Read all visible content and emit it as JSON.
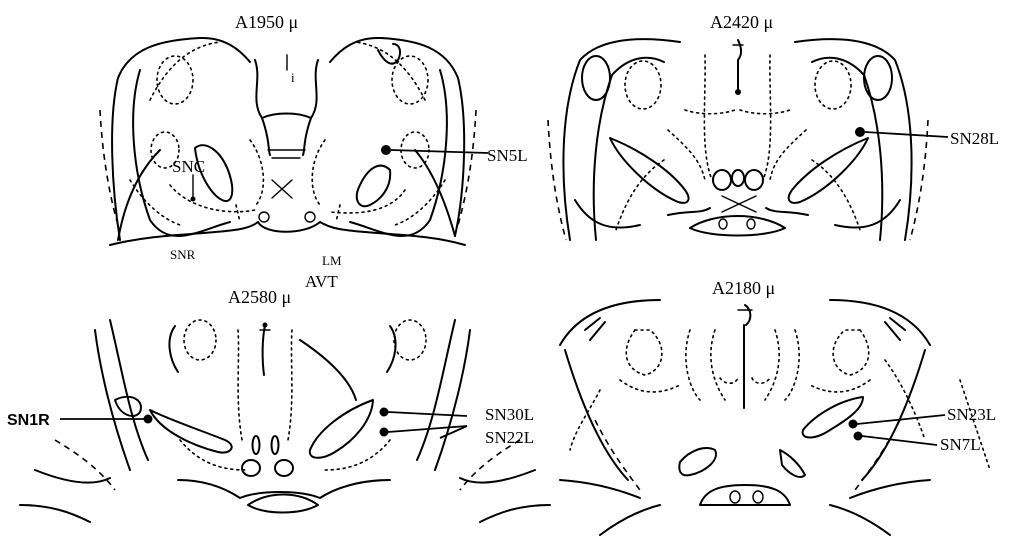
{
  "panels": [
    {
      "id": "top-left",
      "title": "A1950 μ",
      "structure_labels": {
        "snc": "SNC",
        "snr": "SNR",
        "lm": "LM",
        "avt": "AVT"
      },
      "sites": [
        "SN5L"
      ]
    },
    {
      "id": "top-right",
      "title": "A2420 μ",
      "sites": [
        "SN28L"
      ]
    },
    {
      "id": "bottom-left",
      "title": "A2580 μ",
      "sites": [
        "SN1R",
        "SN30L",
        "SN22L"
      ]
    },
    {
      "id": "bottom-right",
      "title": "A2180 μ",
      "sites": [
        "SN23L",
        "SN7L"
      ]
    }
  ]
}
